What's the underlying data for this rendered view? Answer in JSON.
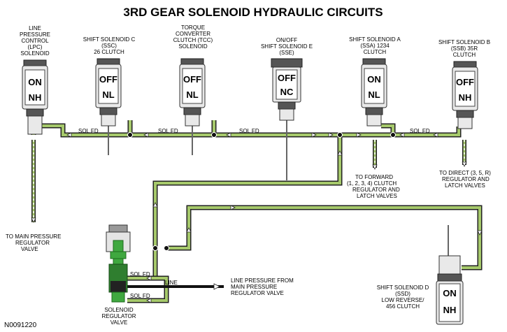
{
  "title": "3RD GEAR SOLENOID HYDRAULIC CIRCUITS",
  "figure_id": "N0091220",
  "solenoids": {
    "lpc": {
      "label_lines": [
        "LINE",
        "PRESSURE",
        "CONTROL",
        "(LPC)",
        "SOLENOID"
      ],
      "state": "ON",
      "type": "NH"
    },
    "ssc": {
      "label_lines": [
        "SHIFT SOLENOID C",
        "(SSC)",
        "26 CLUTCH"
      ],
      "state": "OFF",
      "type": "NL"
    },
    "tcc": {
      "label_lines": [
        "TORQUE",
        "CONVERTER",
        "CLUTCH (TCC)",
        "SOLENOID"
      ],
      "state": "OFF",
      "type": "NL"
    },
    "sse": {
      "label_lines": [
        "ON/OFF",
        "SHIFT SOLENOID E",
        "(SSE)"
      ],
      "state": "OFF",
      "type": "NC"
    },
    "ssa": {
      "label_lines": [
        "SHIFT SOLENOID A",
        "(SSA) 1234",
        "CLUTCH"
      ],
      "state": "ON",
      "type": "NL"
    },
    "ssb": {
      "label_lines": [
        "SHIFT SOLENOID B",
        "(SSB) 35R",
        "CLUTCH"
      ],
      "state": "OFF",
      "type": "NH"
    },
    "ssd": {
      "label_lines": [
        "SHIFT SOLENOID D",
        "(SSD)",
        "LOW REVERSE/",
        "456 CLUTCH"
      ],
      "state": "ON",
      "type": "NH"
    }
  },
  "pipe_labels": {
    "sol_fd_1": "SOL FD",
    "sol_fd_2": "SOL FD",
    "sol_fd_3": "SOL FD",
    "sol_fd_4": "SOL FD",
    "sol_fd_regulator_upper": "SOL FD",
    "sol_fd_regulator_lower": "SOL FD",
    "line": "LINE"
  },
  "callouts": {
    "to_forward": [
      "TO FORWARD",
      "(1, 2, 3, 4) CLUTCH",
      "REGULATOR AND",
      "LATCH VALVES"
    ],
    "to_direct": [
      "TO DIRECT (3, 5, R)",
      "REGULATOR AND",
      "LATCH VALVES"
    ],
    "to_main": [
      "TO MAIN PRESSURE",
      "REGULATOR",
      "VALVE"
    ],
    "line_pressure_from": [
      "LINE PRESSURE FROM",
      "MAIN PRESSURE",
      "REGULATOR VALVE"
    ],
    "regulator": [
      "SOLENOID",
      "REGULATOR",
      "VALVE"
    ]
  },
  "colors": {
    "fluid": "#a6c96b",
    "regulator_green": "#3fa83f",
    "pipe_outline": "#222222"
  }
}
